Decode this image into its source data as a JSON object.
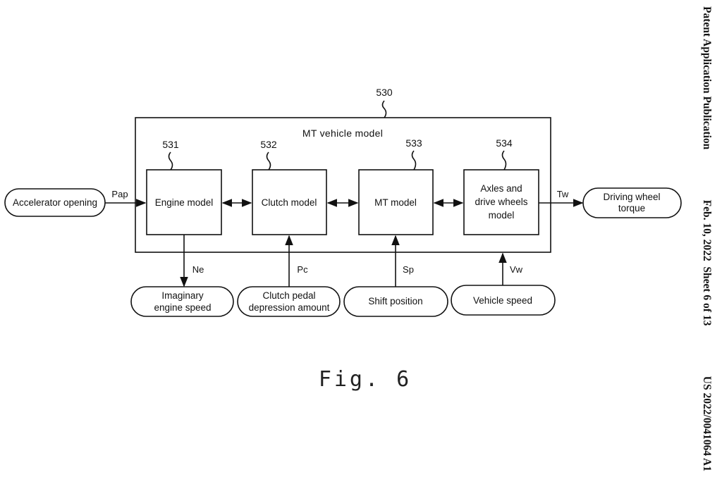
{
  "header": {
    "publication": "Patent Application Publication",
    "date": "Feb. 10, 2022",
    "sheet": "Sheet 6 of 13",
    "number": "US 2022/0041064 A1"
  },
  "figure": {
    "label": "Fig. 6",
    "outer": {
      "ref": "530",
      "title": "MT vehicle model"
    },
    "blocks": [
      {
        "ref": "531",
        "lines": [
          "Engine model"
        ]
      },
      {
        "ref": "532",
        "lines": [
          "Clutch model"
        ]
      },
      {
        "ref": "533",
        "lines": [
          "MT model"
        ]
      },
      {
        "ref": "534",
        "lines": [
          "Axles and",
          "drive wheels",
          "model"
        ]
      }
    ],
    "inputs": {
      "accelerator": {
        "lines": [
          "Accelerator opening"
        ],
        "signal": "Pap"
      },
      "clutch_pedal": {
        "lines": [
          "Clutch pedal",
          "depression amount"
        ],
        "signal": "Pc"
      },
      "shift": {
        "lines": [
          "Shift position"
        ],
        "signal": "Sp"
      },
      "vehicle_speed": {
        "lines": [
          "Vehicle speed"
        ],
        "signal": "Vw"
      }
    },
    "outputs": {
      "engine_speed": {
        "lines": [
          "Imaginary",
          "engine speed"
        ],
        "signal": "Ne"
      },
      "torque": {
        "lines": [
          "Driving wheel",
          "torque"
        ],
        "signal": "Tw"
      }
    }
  }
}
